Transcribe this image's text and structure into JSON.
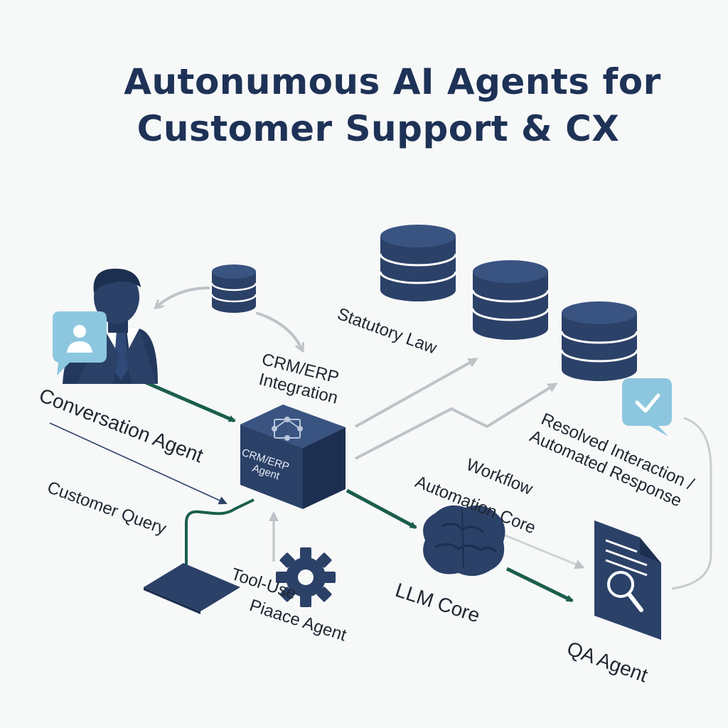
{
  "title": {
    "line1": "Autonumous AI Agents for",
    "line2": "Customer Support & CX"
  },
  "labels": {
    "conversation_agent": "Conversation Agent",
    "customer_query": "Customer Query",
    "crm_erp_integration_line1": "CRM/ERP",
    "crm_erp_integration_line2": "Integration",
    "crm_erp_agent_line1": "CRM/ERP",
    "crm_erp_agent_line2": "Agent",
    "statutory_law": "Statutory Law",
    "workflow_line1": "Workflow",
    "workflow_line2": "Automation Core",
    "resolved_line1": "Resolved Interaction /",
    "resolved_line2": "Automated Response",
    "tool_use_line1": "Tool-Use",
    "tool_use_line2": "Piaace Agent",
    "llm_core": "LLM Core",
    "qa_agent": "QA Agent"
  },
  "icons": {
    "person": "person-icon",
    "user_bubble": "user-chat-bubble-icon",
    "check_bubble": "check-chat-bubble-icon",
    "database": "database-icon",
    "network": "network-icon",
    "gear": "gear-icon",
    "brain": "brain-icon",
    "document_search": "document-search-icon"
  },
  "colors": {
    "navy": "#2b4168",
    "navy_dark": "#1d2f50",
    "navy_light": "#3a5482",
    "green": "#1a5e4c",
    "light_blue": "#8cc7df",
    "gray_arrow": "#bfc3c8",
    "title": "#1d3256"
  }
}
